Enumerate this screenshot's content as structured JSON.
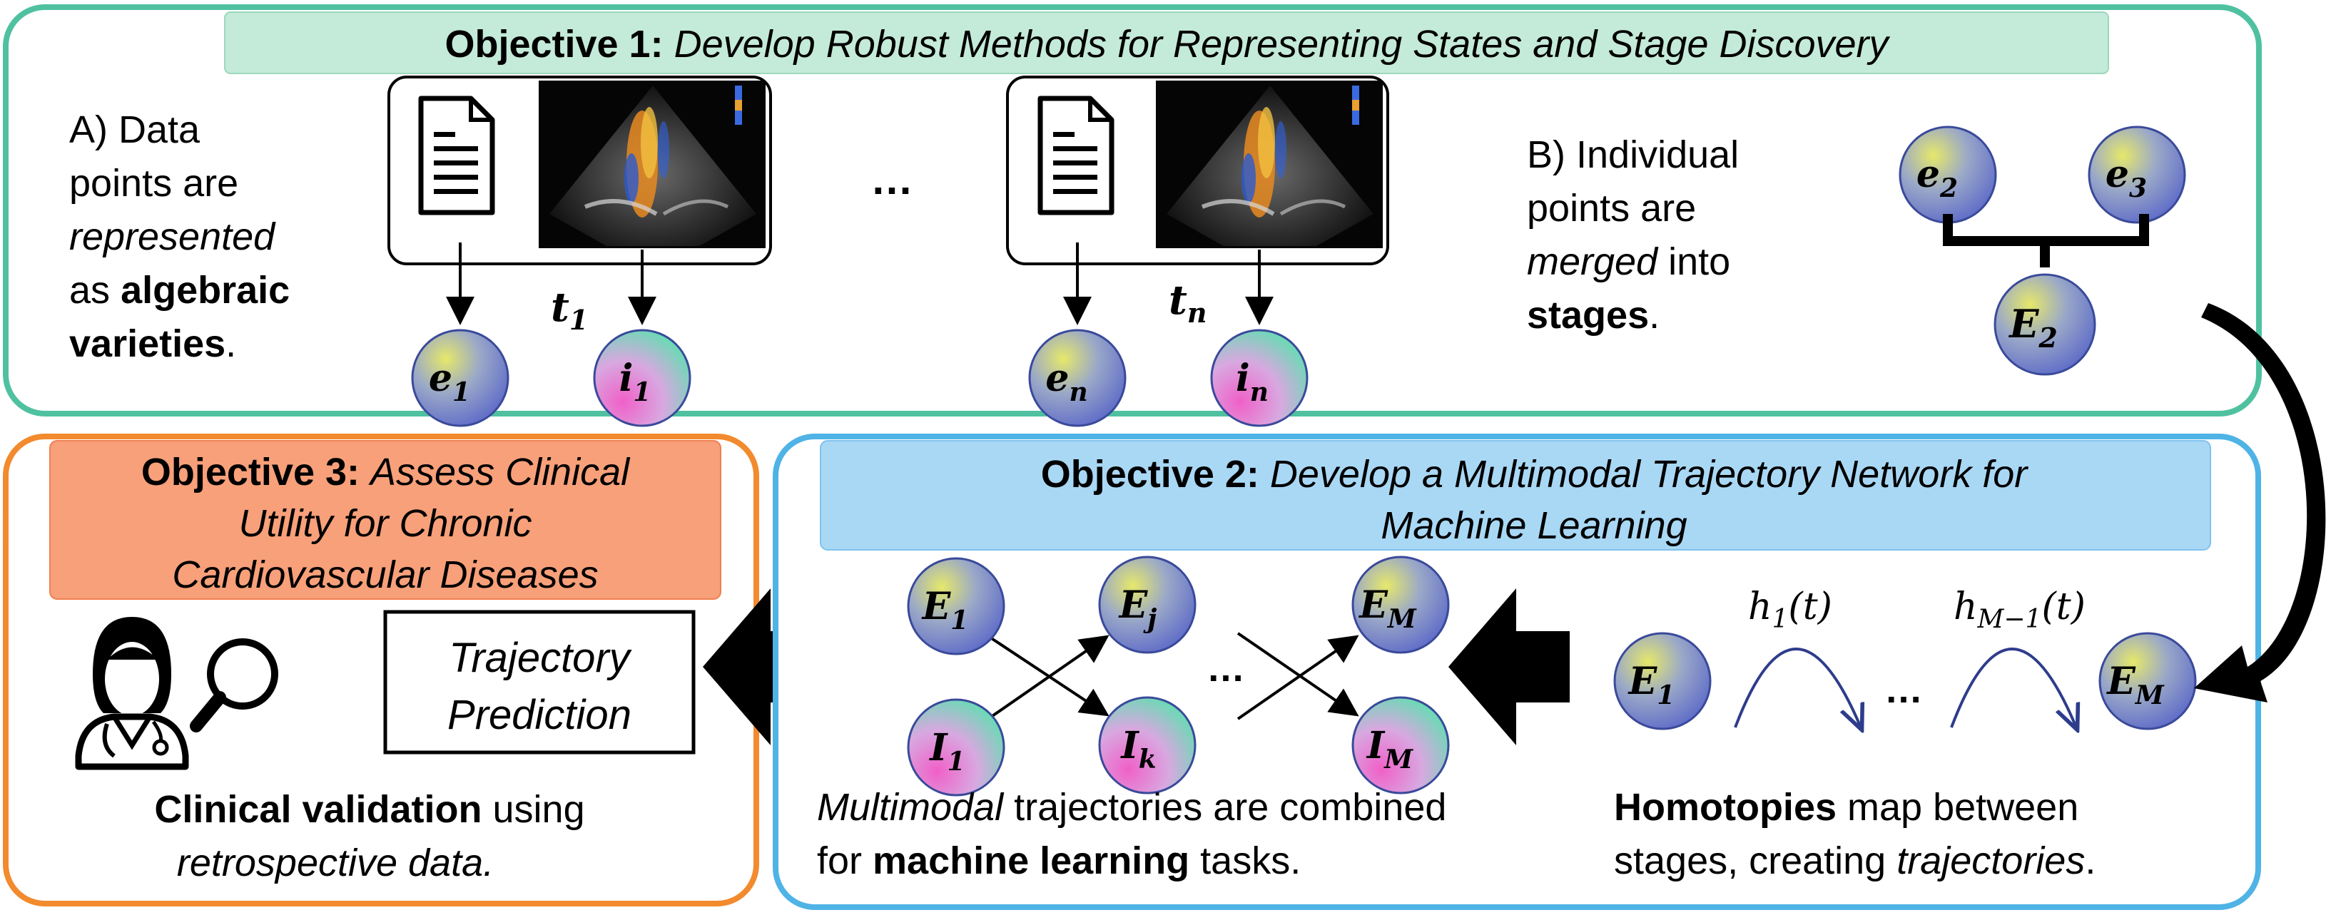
{
  "objective1": {
    "title_bold": "Objective 1:",
    "title_italic": "Develop Robust Methods for Representing States and Stage Discovery",
    "text_a": [
      "A) Data",
      "points are",
      "represented",
      "as",
      "algebraic",
      "varieties",
      "."
    ],
    "text_b": [
      "B) Individual",
      "points are",
      "merged",
      " into",
      "stages",
      "."
    ],
    "ellipsis": "…",
    "time_labels": [
      "t",
      "1",
      "t",
      "n"
    ],
    "nodes": [
      "e",
      "1",
      "i",
      "1",
      "e",
      "n",
      "i",
      "n"
    ],
    "stage_nodes": [
      "e",
      "2",
      "e",
      "3",
      "E",
      "2"
    ]
  },
  "objective2": {
    "title_bold": "Objective 2:",
    "title_italic_line1": "Develop a Multimodal Trajectory Network for",
    "title_italic_line2": "Machine Learning",
    "network_nodes": [
      "E",
      "1",
      "E",
      "j",
      "E",
      "M",
      "I",
      "1",
      "I",
      "k",
      "I",
      "M"
    ],
    "ellipsis": "…",
    "caption_left": [
      "Multimodal",
      " trajectories are combined",
      "for ",
      "machine learning",
      " tasks."
    ],
    "homotopy_nodes": [
      "E",
      "1",
      "E",
      "M"
    ],
    "homotopy_labels": [
      "h",
      "1",
      "(t)",
      "h",
      "M−1",
      "(t)"
    ],
    "homotopy_ellipsis": "…",
    "caption_right": [
      "Homotopies",
      " map between",
      "stages, creating ",
      "trajectories",
      "."
    ]
  },
  "objective3": {
    "title_bold": "Objective 3:",
    "title_italic_line1": "Assess Clinical",
    "title_italic_line2": "Utility for Chronic",
    "title_italic_line3": "Cardiovascular Diseases",
    "box_line1": "Trajectory",
    "box_line2": "Prediction",
    "caption": [
      "Clinical validation",
      " using",
      "retrospective data."
    ]
  },
  "colors": {
    "obj1_border": "#4fc1a0",
    "obj1_header": "#c4ead9",
    "obj2_border": "#4fb3e6",
    "obj2_header": "#a9d8f5",
    "obj3_border": "#f28a2e",
    "obj3_header": "#f7a07a",
    "node_e": "#6b7bd0",
    "node_i": "#e068c0"
  },
  "icons": [
    "document-icon",
    "ultrasound-image",
    "doctor-icon",
    "magnifier-icon"
  ]
}
